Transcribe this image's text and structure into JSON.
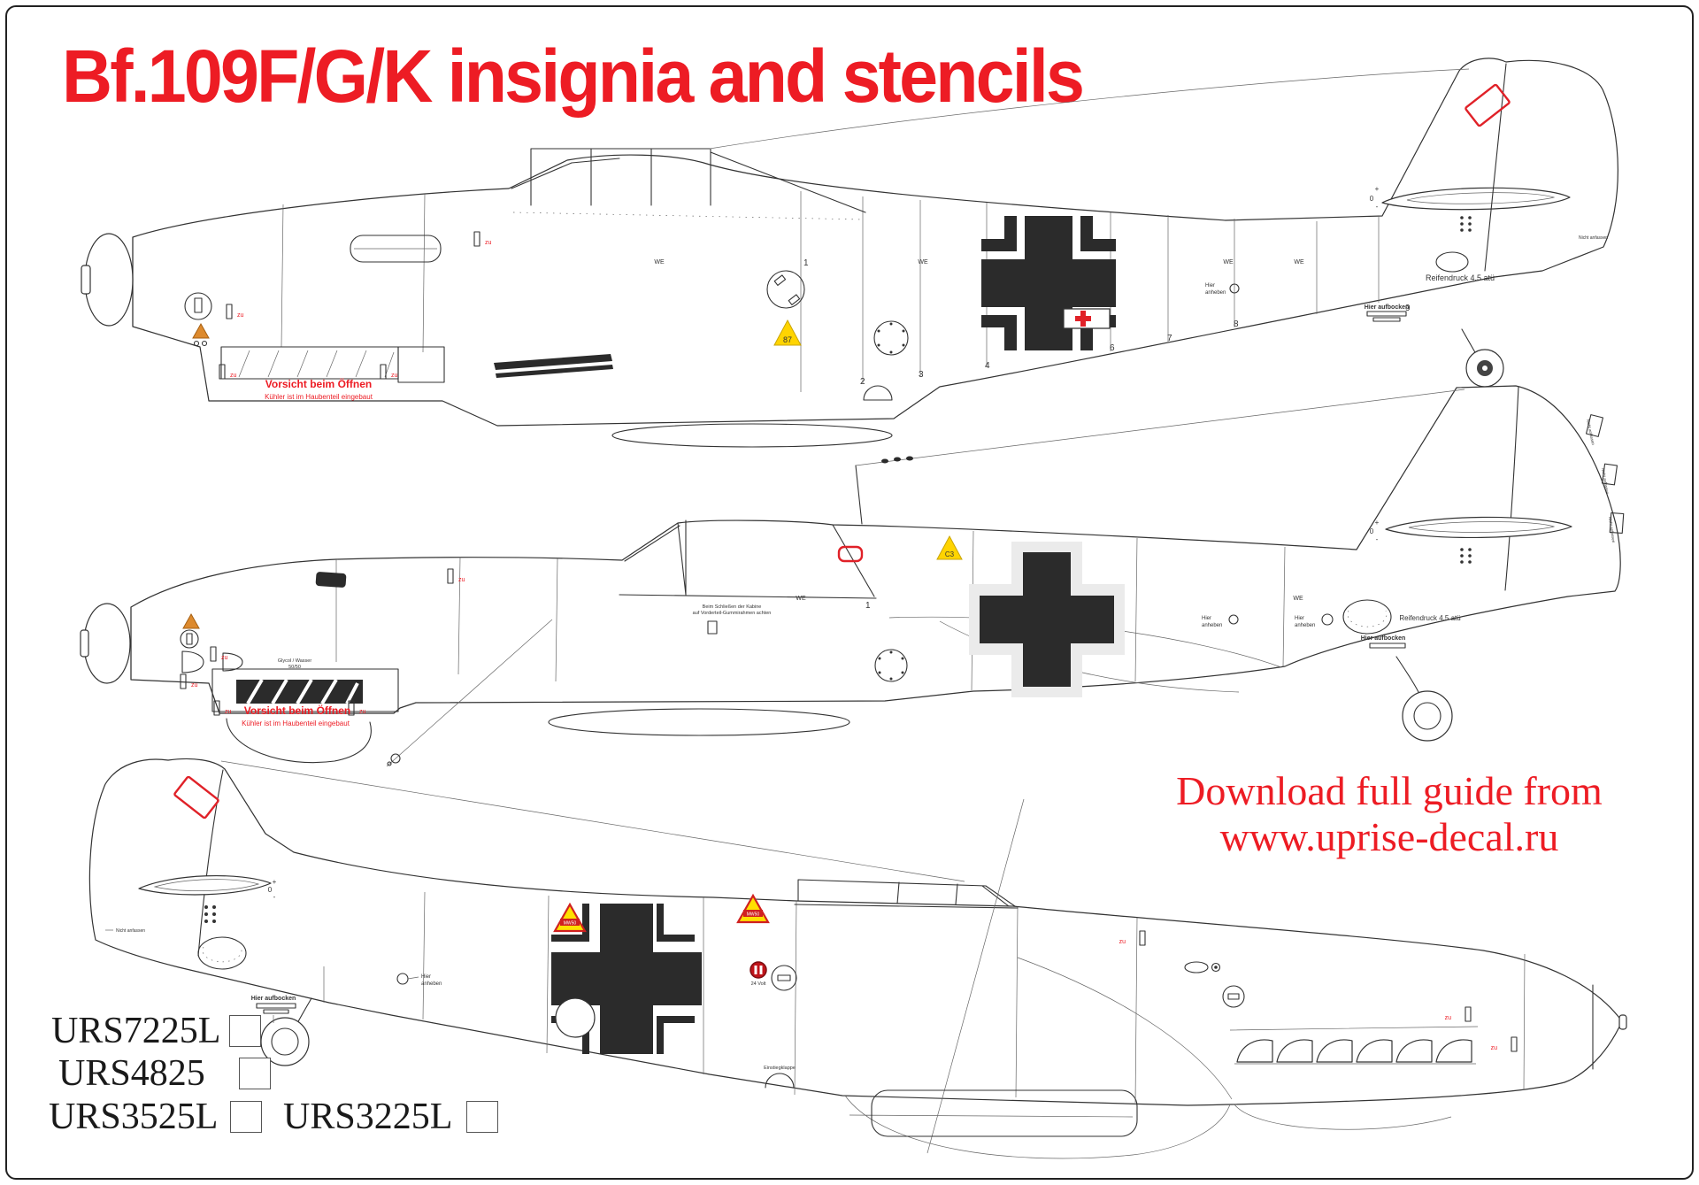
{
  "page": {
    "title": "Bf.109F/G/K insignia and stencils"
  },
  "download": {
    "line1": "Download full guide from",
    "line2": "www.uprise-decal.ru"
  },
  "products": [
    {
      "code": "URS7225L"
    },
    {
      "code": "URS4825"
    },
    {
      "code": "URS3525L"
    },
    {
      "code": "URS3225L"
    }
  ],
  "frames": [
    "1",
    "2",
    "3",
    "4",
    "6",
    "7",
    "8",
    "9"
  ],
  "stencils": {
    "vorsicht_line1": "Vorsicht beim Öffnen",
    "vorsicht_line2": "Kühler ist im Haubenteil eingebaut",
    "reifendruck": "Reifendruck 4.5 atü",
    "hier": "Hier",
    "anheben": "anheben",
    "hier_aufbocken": "Hier aufbocken",
    "nicht_anfassen": "Nicht anfassen",
    "glycol_line1": "Glycol / Wasser",
    "glycol_line2": "50/50",
    "kabine_line1": "Beim Schließen der Kabine",
    "kabine_line2": "auf Vorderteil-Gummirahmen achten",
    "einstiegklappe": "Einstiegklappe",
    "zu": "zu",
    "we": "WE",
    "oct_87": "87",
    "c3": "C3",
    "mw50": "MW50",
    "volt": "24 Volt",
    "trim_plus": "+",
    "trim_zero": "0",
    "trim_minus": "-"
  },
  "colors": {
    "red": "#ED1C24",
    "yellow": "#FFD400",
    "orange": "#DD8A2E",
    "cross_black": "#2B2B2B",
    "cross_gray": "#EBEBEB",
    "line": "#333333"
  }
}
